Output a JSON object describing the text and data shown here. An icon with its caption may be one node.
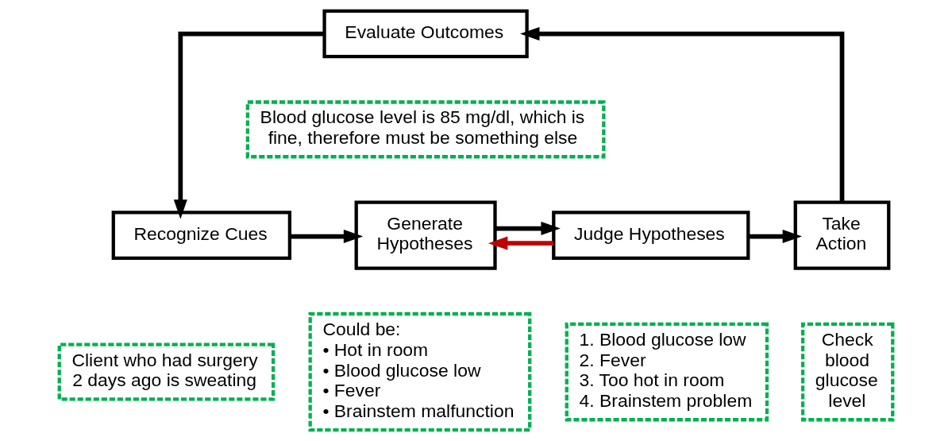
{
  "diagram": {
    "nodes": [
      {
        "text": [
          "Evaluate Outcomes"
        ]
      },
      {
        "text": [
          "Blood glucose level is 85 mg/dl, which is fine, therefore must be something else"
        ]
      },
      {
        "text": [
          "Recognize Cues"
        ]
      },
      {
        "text": [
          "Generate Hypotheses"
        ]
      },
      {
        "text": [
          "Judge Hypotheses"
        ]
      },
      {
        "text": [
          "Take Action"
        ]
      },
      {
        "text": [
          "Client who had surgery 2 days ago is sweating"
        ]
      },
      {
        "text": [
          "Could be:",
          "• Hot in room",
          "• Blood glucose low",
          "• Fever",
          "• Brainstem malfunction"
        ]
      },
      {
        "text": [
          "1. Blood glucose low",
          "2. Fever",
          "3. Too hot in room",
          "4. Brainstem problem"
        ]
      },
      {
        "text": [
          "Check blood glucose level"
        ]
      }
    ],
    "edges": [
      {
        "from": 0,
        "to": 2,
        "arrow": "to"
      },
      {
        "from": 5,
        "to": 0,
        "arrow": "to"
      },
      {
        "from": 4,
        "to": 3,
        "arrow": "to",
        "color": "#c00000"
      },
      {
        "from": 2,
        "to": 3,
        "arrow": "to"
      },
      {
        "from": 3,
        "to": 4,
        "arrow": "to"
      },
      {
        "from": 4,
        "to": 5,
        "arrow": "to"
      }
    ]
  }
}
